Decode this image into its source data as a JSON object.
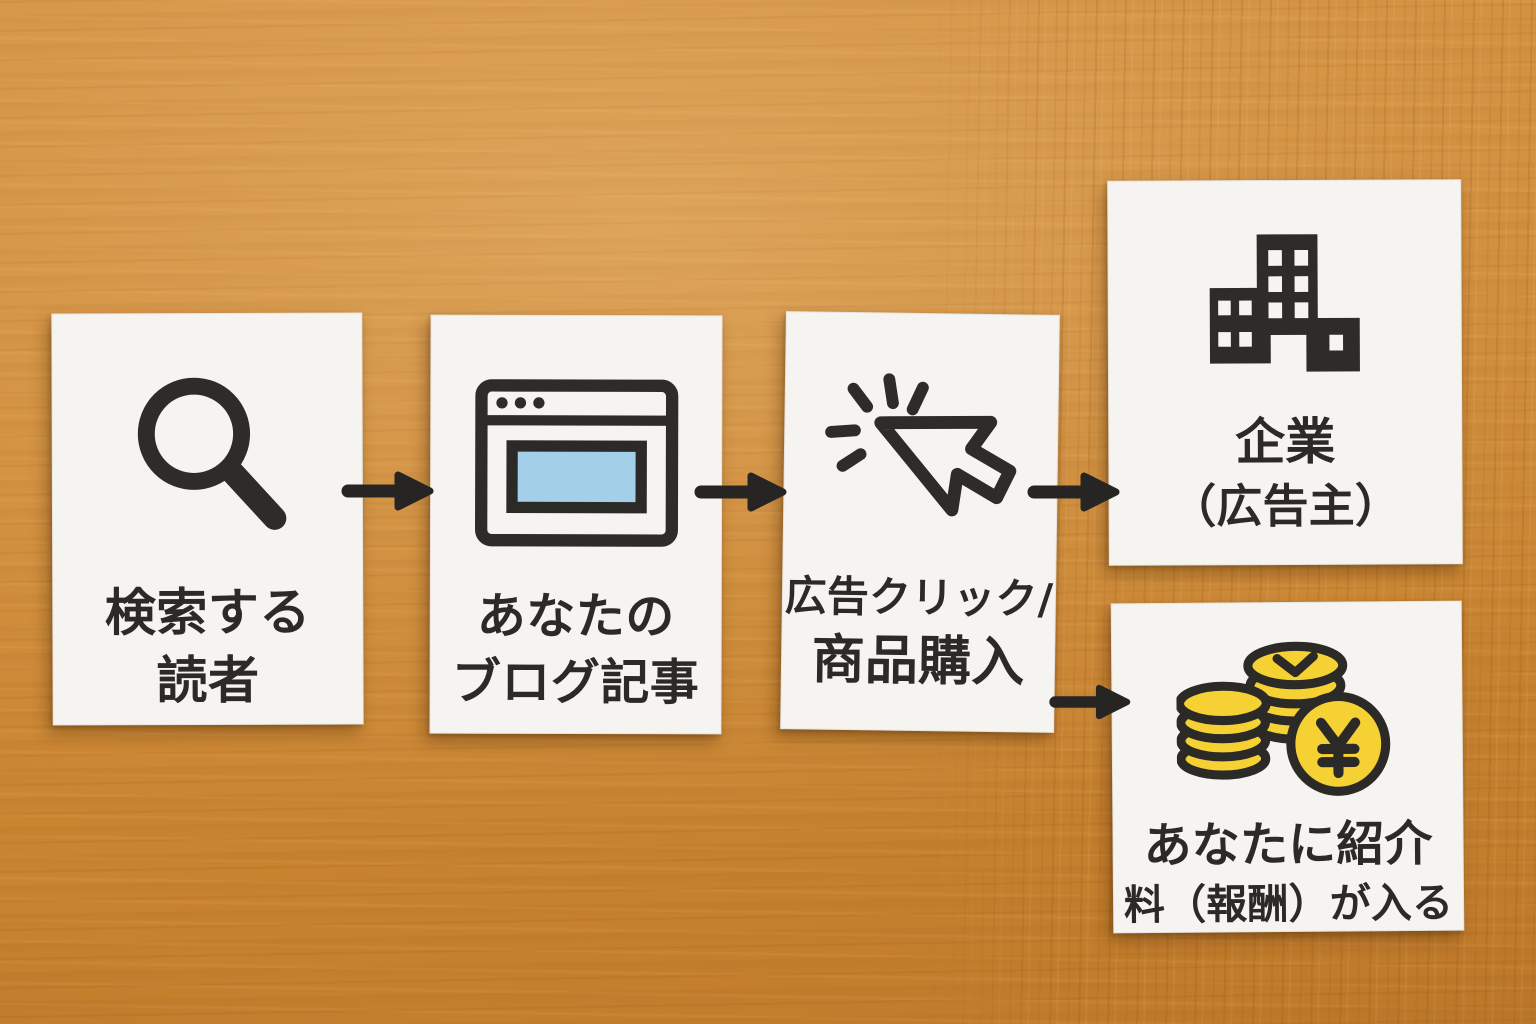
{
  "cards": [
    {
      "id": "search-readers",
      "icon": "magnifier-icon",
      "lines": [
        "検索する",
        "読者"
      ]
    },
    {
      "id": "your-blog-post",
      "icon": "browser-window-icon",
      "lines": [
        "あなたの",
        "ブログ記事"
      ]
    },
    {
      "id": "ad-click-purchase",
      "icon": "cursor-click-icon",
      "lines": [
        "広告クリック/",
        "商品購入"
      ]
    },
    {
      "id": "company-advertiser",
      "icon": "building-icon",
      "lines": [
        "企業",
        "（広告主）"
      ]
    },
    {
      "id": "referral-reward",
      "icon": "coins-yen-icon",
      "lines": [
        "あなたに紹介",
        "料（報酬）が入る"
      ]
    }
  ],
  "arrows": [
    {
      "from": "search-readers",
      "to": "your-blog-post"
    },
    {
      "from": "your-blog-post",
      "to": "ad-click-purchase"
    },
    {
      "from": "ad-click-purchase",
      "to": "company-advertiser"
    },
    {
      "from": "ad-click-purchase",
      "to": "referral-reward"
    }
  ],
  "colors": {
    "wood_base": "#cd8936",
    "card_paper": "#f5f4f0",
    "ink": "#2b2a27",
    "browser_content_blue": "#a3cfe8",
    "coin_yellow": "#f6d133"
  }
}
